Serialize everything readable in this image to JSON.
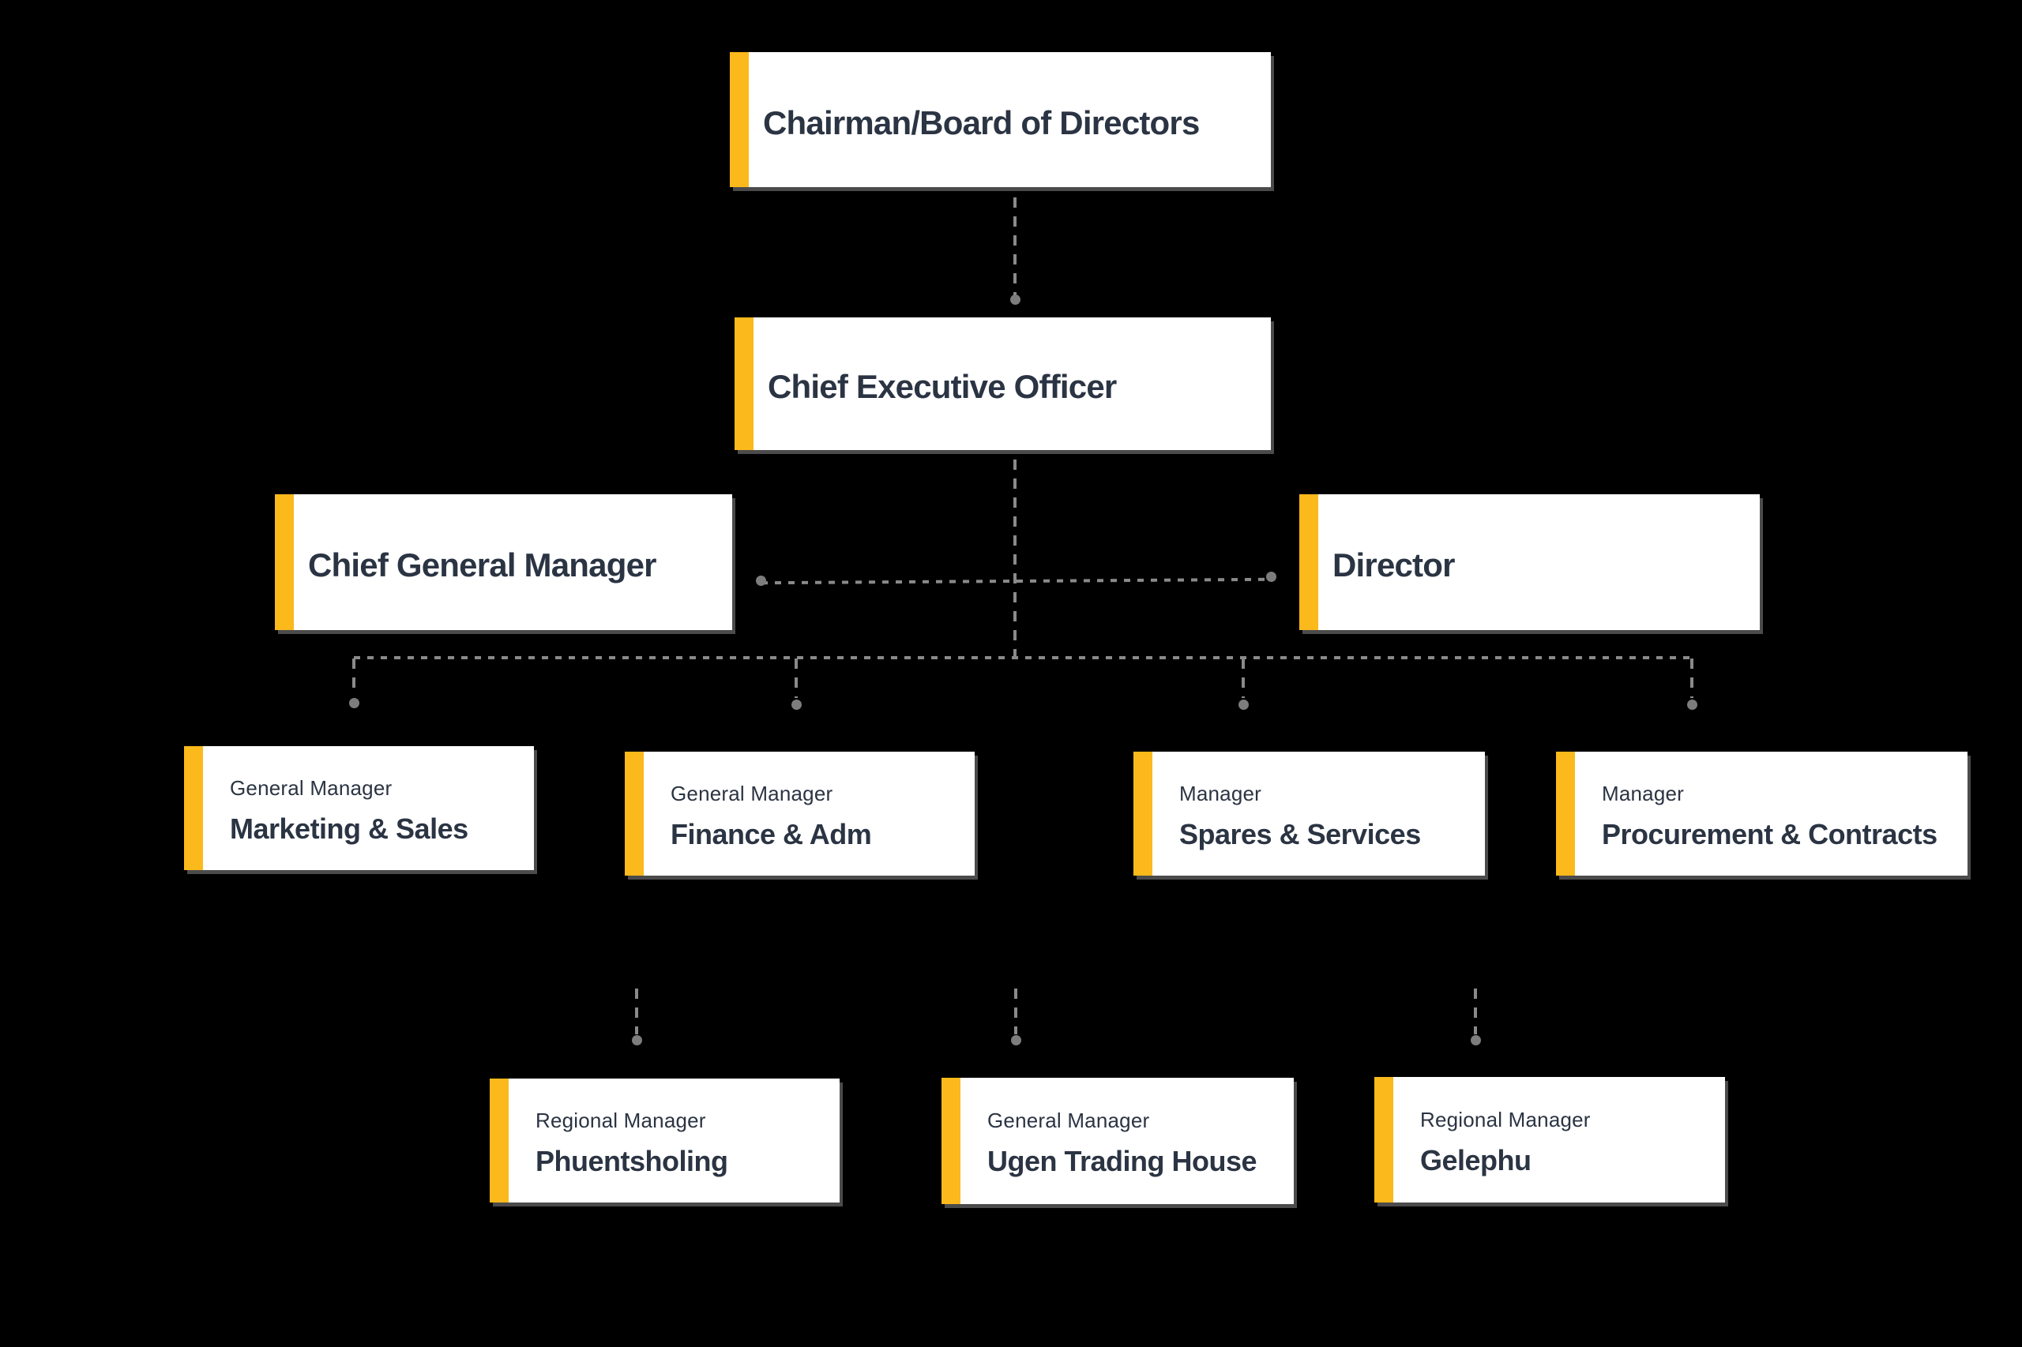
{
  "palette": {
    "background": "#000000",
    "card": "#ffffff",
    "accent": "#fbb91c",
    "ink": "#2b3443",
    "line": "#8a8a8a",
    "dot": "#7d7d7d"
  },
  "org": {
    "nodes": [
      {
        "id": "chairman",
        "label": "",
        "title": "Chairman/Board of Directors"
      },
      {
        "id": "ceo",
        "label": "",
        "title": "Chief Executive Officer"
      },
      {
        "id": "cgm",
        "label": "",
        "title": "Chief General Manager"
      },
      {
        "id": "director",
        "label": "",
        "title": "Director"
      },
      {
        "id": "marketing",
        "label": "General Manager",
        "title": "Marketing & Sales"
      },
      {
        "id": "finance",
        "label": "General Manager",
        "title": "Finance & Adm"
      },
      {
        "id": "spares",
        "label": "Manager",
        "title": "Spares & Services"
      },
      {
        "id": "procurement",
        "label": "Manager",
        "title": "Procurement & Contracts"
      },
      {
        "id": "phuentsholing",
        "label": "Regional Manager",
        "title": "Phuentsholing"
      },
      {
        "id": "ugen",
        "label": "General Manager",
        "title": "Ugen Trading House"
      },
      {
        "id": "gelephu",
        "label": "Regional Manager",
        "title": "Gelephu"
      }
    ],
    "levels": [
      [
        "chairman"
      ],
      [
        "ceo"
      ],
      [
        "cgm",
        "director"
      ],
      [
        "marketing",
        "finance",
        "spares",
        "procurement"
      ],
      [
        "phuentsholing",
        "ugen",
        "gelephu"
      ]
    ]
  }
}
